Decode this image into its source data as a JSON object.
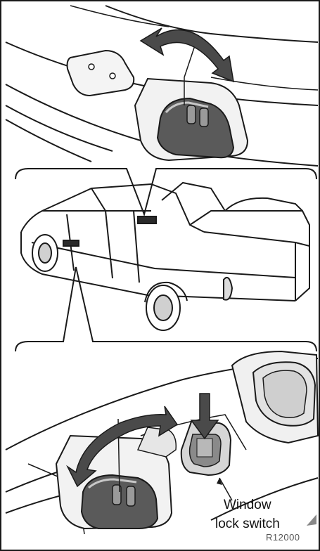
{
  "callouts": {
    "window_lock_line1": "Window",
    "window_lock_line2": "lock switch"
  },
  "figure_code": "R12000",
  "colors": {
    "line": "#1a1a1a",
    "switch_dark": "#5a5a5a",
    "switch_mid": "#9a9a9a",
    "panel_light": "#efefef",
    "background": "#ffffff"
  },
  "icons": {
    "arrow_top": "curved-double-arrow",
    "arrow_bottom": "curved-double-arrow",
    "press_arrow": "down-arrow"
  }
}
